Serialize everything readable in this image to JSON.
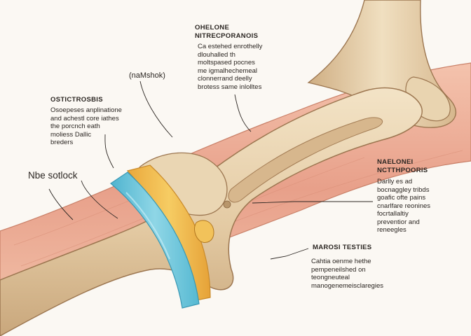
{
  "labels": {
    "top_heading": [
      "OHELONE",
      "NITRECPORANOIS"
    ],
    "top_body": [
      "Ca estehed enrothelly",
      "dlouhalled th",
      "moltspased pocnes",
      "me igmalhechemeal",
      "clonnerrand deelly",
      "brotess same inlolltes"
    ],
    "top_tag": "(naMshok)",
    "left_heading": "OSTICTROSBIS",
    "left_body": [
      "Osoepeses anplinatione",
      "and achestl core iathes",
      "the porcnch eath",
      "moliess Dallic",
      "breders"
    ],
    "left_tag": "Nbe sotlock",
    "right_heading": [
      "NAELONEI",
      "NCTTHPOORIS"
    ],
    "right_body": [
      "Darlly es ad",
      "bocnaggley tribds",
      "goafic ofte pains",
      "cnarlfare reonines",
      "focrtallaltiy",
      "preventior and",
      "reneegles"
    ],
    "bottom_heading": "MAROSI TESTIES",
    "bottom_body": [
      "Cahtia oenme hethe",
      "pempeneilshed on",
      "teongneuteal",
      "manogenemeisclaregies"
    ]
  },
  "colors": {
    "background": "#fbf8f3",
    "bone": "#e6cfaa",
    "bone_shadow": "#b59268",
    "muscle": "#e8a88f",
    "tendon_yellow": "#f2b94a",
    "cartilage_blue": "#6cc6dd",
    "leader_line": "#2b2622"
  }
}
